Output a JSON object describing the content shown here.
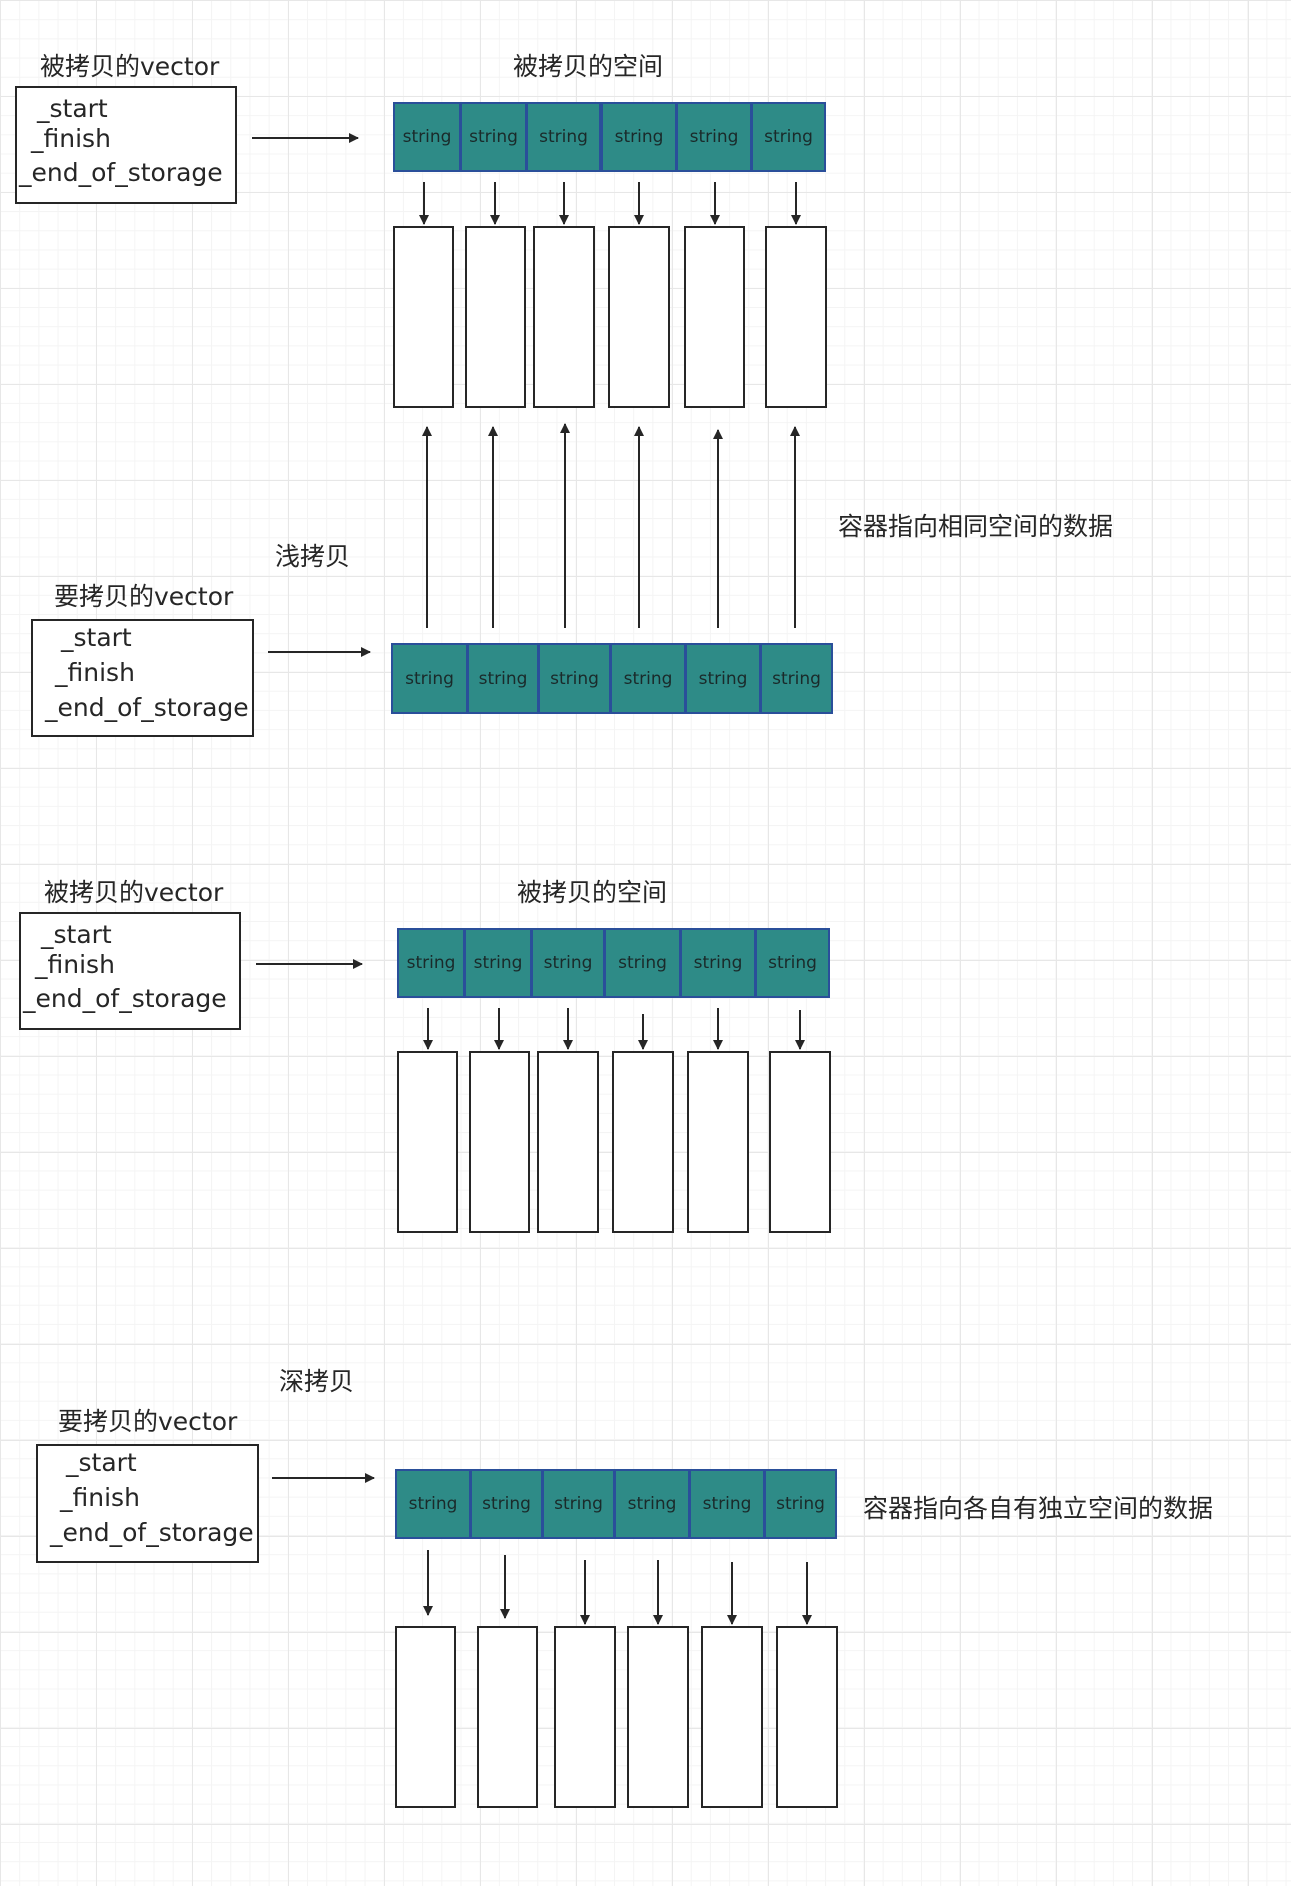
{
  "shallow": {
    "source_vector_title": "被拷贝的vector",
    "source_fields": [
      "_start",
      "_finish",
      "_end_of_storage"
    ],
    "source_space_title": "被拷贝的空间",
    "source_cells": [
      "string",
      "string",
      "string",
      "string",
      "string",
      "string"
    ],
    "copy_label": "浅拷贝",
    "target_vector_title": "要拷贝的vector",
    "target_fields": [
      "_start",
      "_finish",
      "_end_of_storage"
    ],
    "target_cells": [
      "string",
      "string",
      "string",
      "string",
      "string",
      "string"
    ],
    "note": "容器指向相同空间的数据"
  },
  "deep": {
    "source_vector_title": "被拷贝的vector",
    "source_fields": [
      "_start",
      "_finish",
      "_end_of_storage"
    ],
    "source_space_title": "被拷贝的空间",
    "source_cells": [
      "string",
      "string",
      "string",
      "string",
      "string",
      "string"
    ],
    "copy_label": "深拷贝",
    "target_vector_title": "要拷贝的vector",
    "target_fields": [
      "_start",
      "_finish",
      "_end_of_storage"
    ],
    "target_cells": [
      "string",
      "string",
      "string",
      "string",
      "string",
      "string"
    ],
    "note": "容器指向各自有独立空间的数据"
  },
  "colors": {
    "cell_fill": "#2e8b87",
    "cell_border": "#2a4f9a",
    "line": "#262626"
  }
}
